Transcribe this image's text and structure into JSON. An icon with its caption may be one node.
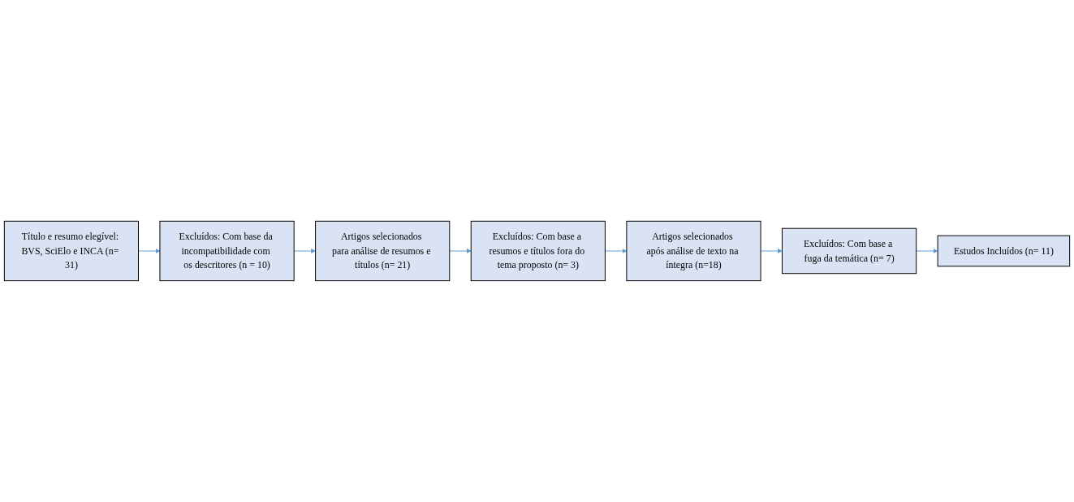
{
  "diagram": {
    "nodes": [
      {
        "text": [
          "Título e resumo elegível: BVS, SciElo e INCA (n= 31)"
        ]
      },
      {
        "text": [
          "Excluídos: Com base da incompatibilidade com os descritores (n = 10)"
        ]
      },
      {
        "text": [
          "Artigos selecionados para análise de resumos e títulos (n= 21)"
        ]
      },
      {
        "text": [
          "Excluídos: Com base a resumos e títulos fora do tema proposto (n= 3)"
        ]
      },
      {
        "text": [
          "Artigos selecionados após análise de texto na íntegra (n=18)"
        ]
      },
      {
        "text": [
          "Excluídos: Com base a fuga da temática (n= 7)"
        ]
      },
      {
        "text": [
          "Estudos Incluídos (n= 11)"
        ]
      }
    ],
    "edges": [
      {
        "from": 0,
        "to": 1,
        "arrow": "to"
      },
      {
        "from": 1,
        "to": 2,
        "arrow": "to"
      },
      {
        "from": 2,
        "to": 3,
        "arrow": "to"
      },
      {
        "from": 3,
        "to": 4,
        "arrow": "to"
      },
      {
        "from": 4,
        "to": 5,
        "arrow": "to"
      },
      {
        "from": 5,
        "to": 6,
        "arrow": "to"
      }
    ]
  }
}
